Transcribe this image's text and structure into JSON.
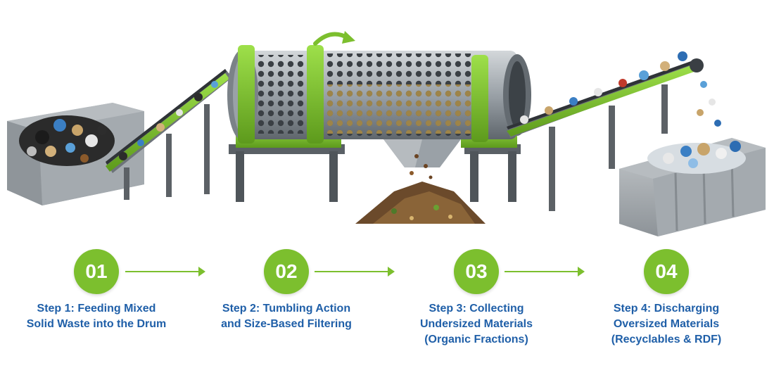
{
  "colors": {
    "accent_green": "#7cbf2e",
    "label_blue": "#1f5fa8",
    "steel": "#8e959c"
  },
  "steps": [
    {
      "number": "01",
      "line1": "Step 1: Feeding Mixed",
      "line2": "Solid Waste into the Drum",
      "line3": ""
    },
    {
      "number": "02",
      "line1": "Step 2: Tumbling Action",
      "line2": "and Size-Based Filtering",
      "line3": ""
    },
    {
      "number": "03",
      "line1": "Step 3: Collecting",
      "line2": "Undersized Materials",
      "line3": "(Organic Fractions)"
    },
    {
      "number": "04",
      "line1": "Step 4: Discharging",
      "line2": "Oversized Materials",
      "line3": "(Recyclables & RDF)"
    }
  ]
}
